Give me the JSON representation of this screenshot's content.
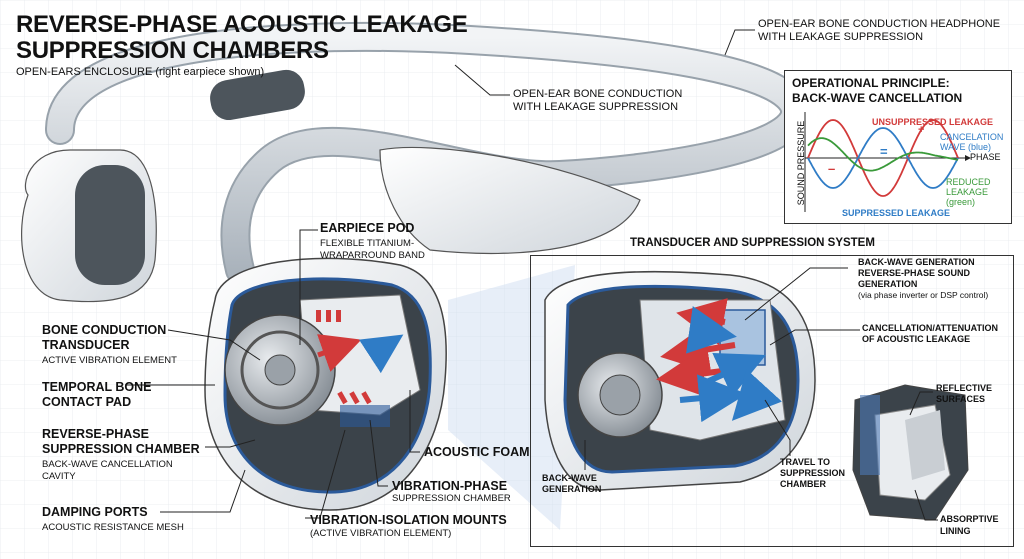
{
  "title_line1": "REVERSE-PHASE ACOUSTIC LEAKAGE",
  "title_line2": "SUPPRESSION CHAMBERS",
  "subtitle": "OPEN-EARS ENCLOSURE (right earpiece shown)",
  "headphone_label_line1": "OPEN-EAR BONE CONDUCTION HEADPHONE",
  "headphone_label_line2": "WITH LEAKAGE SUPPRESSION",
  "band_label_line1": "OPEN-EAR BONE CONDUCTION",
  "band_label_line2": "WITH LEAKAGE SUPPRESSION",
  "principle": {
    "title_line1": "OPERATIONAL PRINCIPLE:",
    "title_line2": "BACK-WAVE CANCELLATION",
    "y_axis": "SOUND PRESSURE",
    "x_axis": "PHASE",
    "unsuppressed": "UNSUPPRESSED LEAKAGE",
    "cancel_line1": "CANCELATION",
    "cancel_line2": "WAVE (blue)",
    "reduced_line1": "REDUCED",
    "reduced_line2": "LEAKAGE",
    "reduced_line3": "(green)",
    "suppressed": "SUPPRESSED LEAKAGE",
    "plus": "+",
    "equals": "=",
    "minus": "–",
    "colors": {
      "red": "#d23a3a",
      "blue": "#2f7cc6",
      "green": "#3a9a3a"
    }
  },
  "left_labels": {
    "earpiece_title": "EARPIECE POD",
    "earpiece_sub1": "FLEXIBLE TITANIUM-",
    "earpiece_sub2": "WRAPARROUND BAND",
    "bone_title1": "BONE CONDUCTION",
    "bone_title2": "TRANSDUCER",
    "bone_sub": "ACTIVE VIBRATION ELEMENT",
    "temporal_1": "TEMPORAL BONE",
    "temporal_2": "CONTACT PAD",
    "reverse_1": "REVERSE-PHASE",
    "reverse_2": "SUPPRESSION CHAMBER",
    "reverse_sub1": "BACK-WAVE CANCELLATION",
    "reverse_sub2": "CAVITY",
    "damping": "DAMPING PORTS",
    "damping_sub": "ACOUSTIC RESISTANCE MESH",
    "foam": "ACOUSTIC FOAM",
    "vib_phase_1": "VIBRATION-PHASE",
    "vib_phase_2": "SUPPRESSION CHAMBER",
    "iso_1": "VIBRATION-ISOLATION MOUNTS",
    "iso_2": "(ACTIVE VIBRATION ELEMENT)"
  },
  "system": {
    "title": "TRANSDUCER AND SUPPRESSION SYSTEM",
    "backwave_1": "BACK-WAVE GENERATION",
    "backwave_2": "REVERSE-PHASE SOUND",
    "backwave_3": "GENERATION",
    "backwave_4": "(via phase inverter or DSP control)",
    "cancel_1": "CANCELLATION/ATTENUATION",
    "cancel_2": "OF ACOUSTIC LEAKAGE",
    "bwgen_1": "BACK-WAVE",
    "bwgen_2": "GENERATION",
    "travel_1": "TRAVEL TO",
    "travel_2": "SUPPRESSION",
    "travel_3": "CHAMBER",
    "reflective_1": "REFLECTIVE",
    "reflective_2": "SURFACES",
    "absorptive_1": "ABSORPTIVE",
    "absorptive_2": "LINING"
  }
}
